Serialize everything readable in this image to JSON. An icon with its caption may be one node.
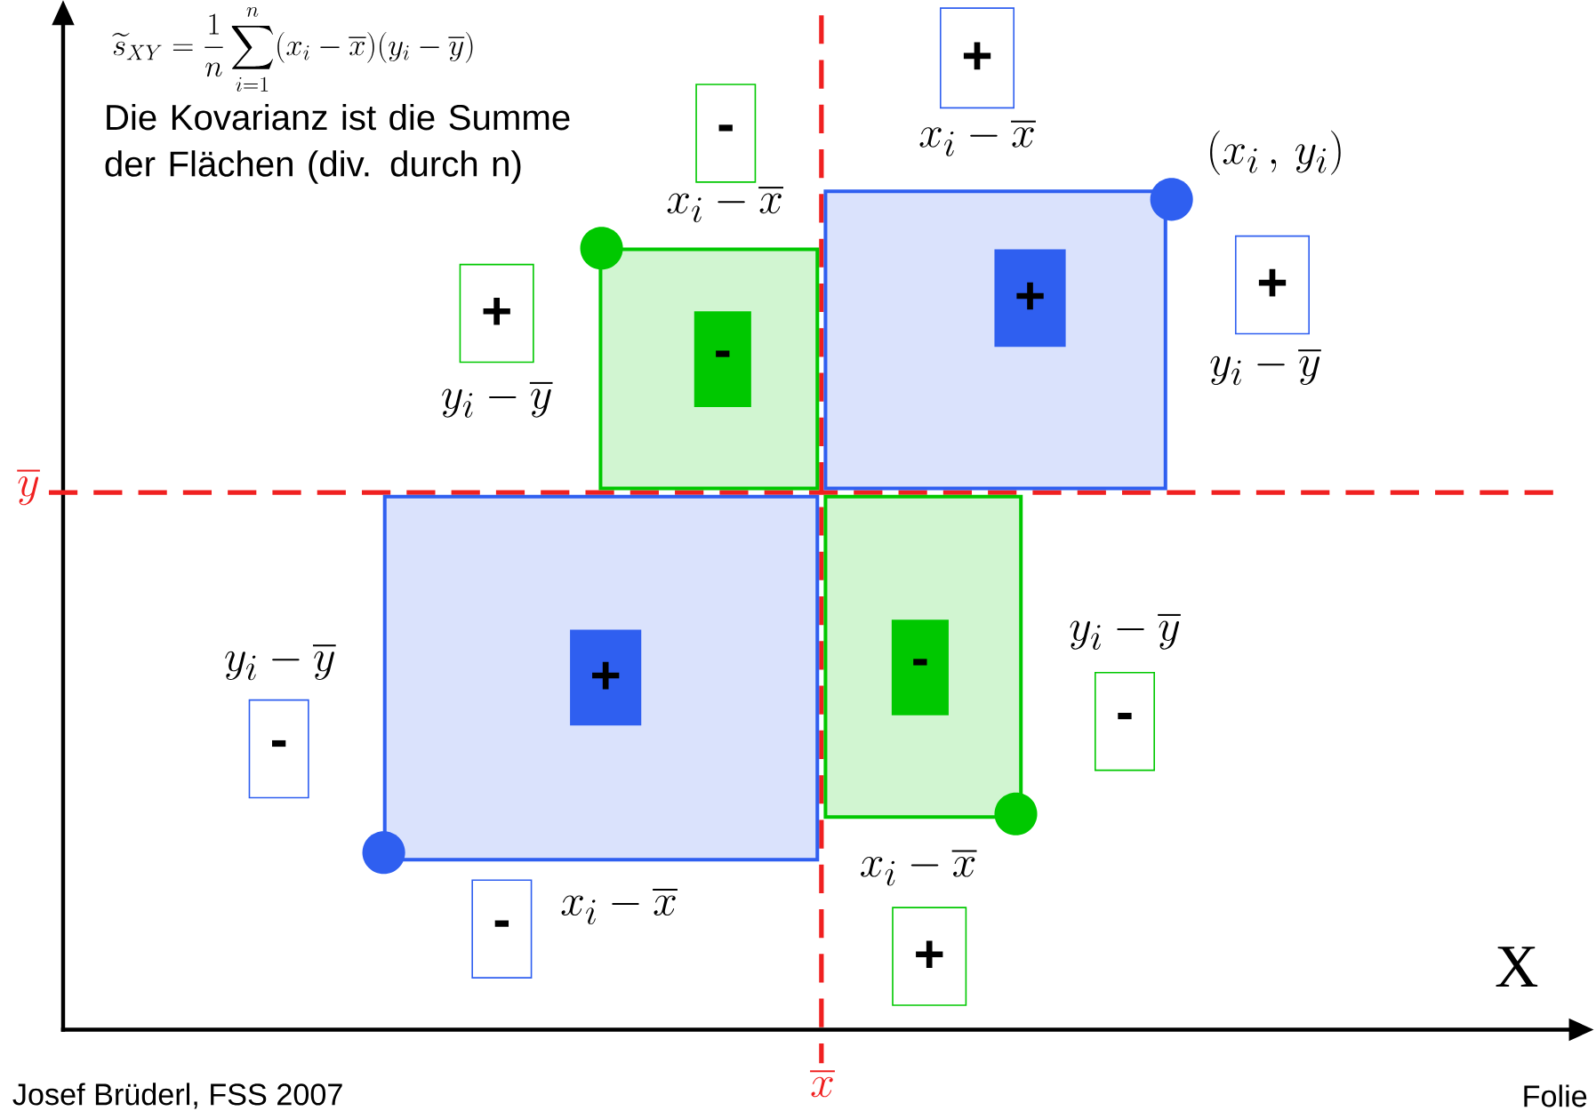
{
  "diagram": {
    "nodes": [
      {
        "text": [
          "+"
        ],
        "beside": [
          "x_i-\\overline{x}"
        ]
      },
      {
        "text": [
          "-"
        ],
        "beside": [
          "x_i-\\overline{x}"
        ]
      },
      {
        "text": [],
        "shape": "box"
      },
      {
        "text": [
          "+"
        ],
        "in": 2
      },
      {
        "text": [
          "+"
        ],
        "beside": [
          "y_i-\\overline{y}"
        ]
      },
      {
        "text": [],
        "shape": "box"
      },
      {
        "text": [
          "+"
        ],
        "beside": [
          "y_i-\\overline{y}"
        ]
      },
      {
        "text": [
          "-"
        ],
        "in": 5
      },
      {
        "text": [],
        "shape": "box"
      },
      {
        "text": [
          "+"
        ],
        "in": 8
      },
      {
        "text": [],
        "shape": "box"
      },
      {
        "text": [
          "-"
        ],
        "in": 10
      },
      {
        "text": [
          "-"
        ],
        "beside": [
          "y_i-\\overline{y}"
        ]
      },
      {
        "text": [
          "-"
        ],
        "beside": [
          "y_i-\\overline{y}"
        ]
      },
      {
        "text": [
          "-"
        ],
        "beside": [
          "x_i-\\overline{x}"
        ]
      },
      {
        "text": [
          "+"
        ],
        "beside": [
          "x_i-\\overline{x}"
        ]
      }
    ],
    "labels": [
      "\\widetilde{s}_{XY}=\\frac{1}{n}\\sum_{i=1}^{n}(x_i-\\overline{x})(y_i-\\overline{y})",
      "Die Kovarianz ist die Summe der Flächen (div. durch n)",
      "(x_i\\,,\\,y_i)",
      "\\overline{y}",
      "X",
      "Josef Brüderl, FSS 2007",
      "\\overline{x}",
      "Folie"
    ]
  }
}
